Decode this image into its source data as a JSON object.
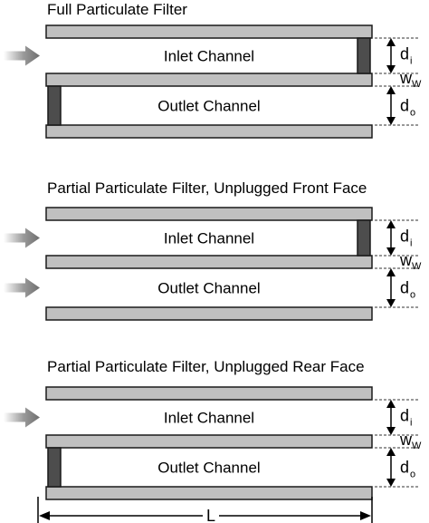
{
  "panels": [
    {
      "title": "Full Particulate Filter",
      "inlet_label": "Inlet Channel",
      "outlet_label": "Outlet Channel",
      "inlet_plug": "rear",
      "outlet_plug": "front",
      "inlet_arrow": true,
      "outlet_arrow": false
    },
    {
      "title": "Partial Particulate Filter, Unplugged Front Face",
      "inlet_label": "Inlet Channel",
      "outlet_label": "Outlet Channel",
      "inlet_plug": "rear",
      "outlet_plug": "none",
      "inlet_arrow": true,
      "outlet_arrow": true
    },
    {
      "title": "Partial Particulate Filter, Unplugged Rear Face",
      "inlet_label": "Inlet Channel",
      "outlet_label": "Outlet Channel",
      "inlet_plug": "none",
      "outlet_plug": "front",
      "inlet_arrow": true,
      "outlet_arrow": false
    }
  ],
  "dimensions": {
    "inlet_height": {
      "main": "d",
      "sub": "i"
    },
    "wall_thickness": {
      "main": "w",
      "sub": "W"
    },
    "outlet_height": {
      "main": "d",
      "sub": "o"
    },
    "length": "L"
  },
  "colors": {
    "wall": "#c0c0c0",
    "plug": "#4d4d4d",
    "arrow": "#808080"
  }
}
